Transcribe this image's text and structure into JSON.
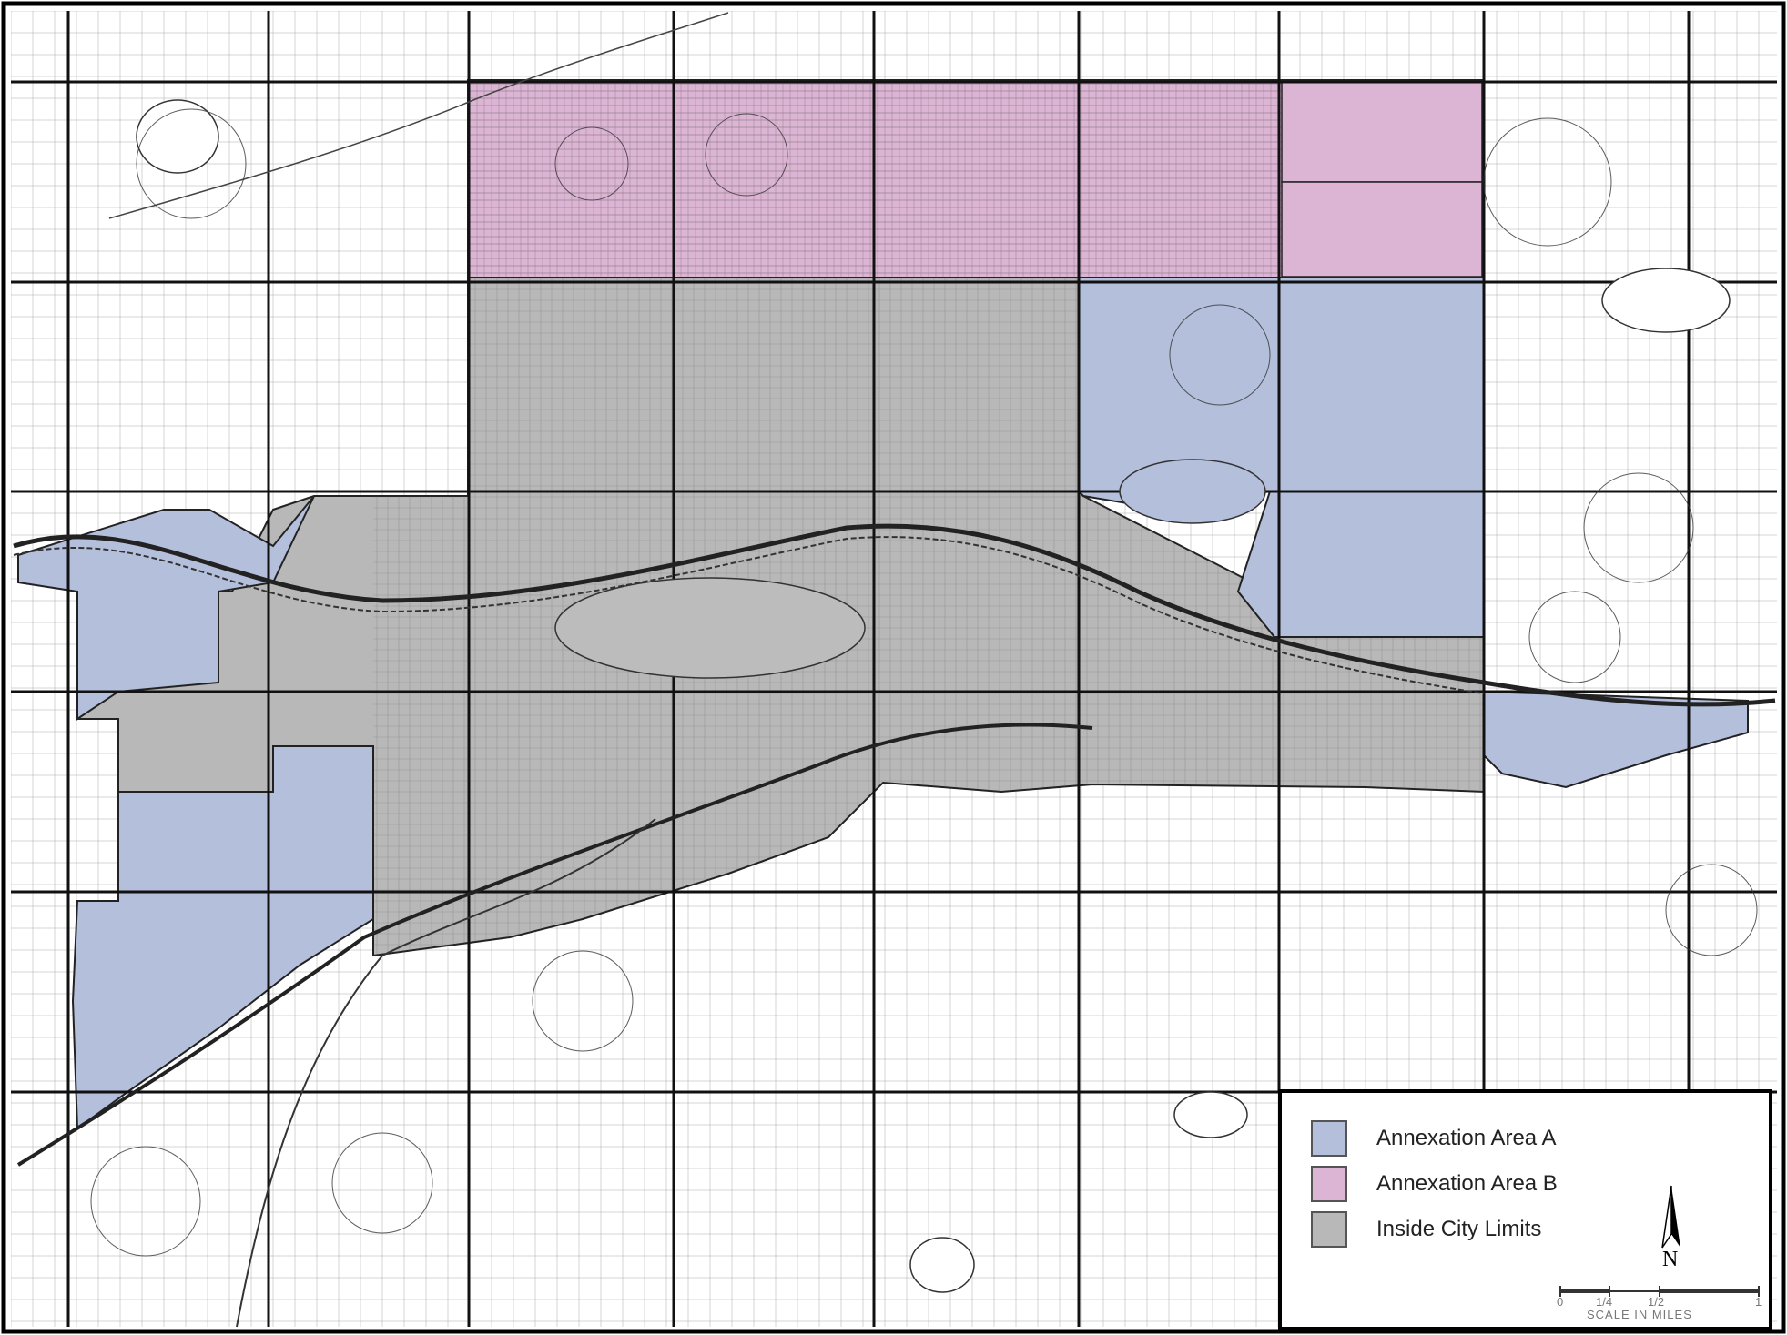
{
  "legend": {
    "items": [
      {
        "label": "Annexation Area A",
        "color": "#b4bfdc"
      },
      {
        "label": "Annexation Area B",
        "color": "#dcb4d4"
      },
      {
        "label": "Inside City Limits",
        "color": "#b8b8b8"
      }
    ]
  },
  "north_arrow": {
    "label": "N",
    "icon": "north-arrow-icon"
  },
  "scale": {
    "ticks": [
      "0",
      "1/4",
      "1/2",
      "1"
    ],
    "title": "SCALE IN MILES"
  },
  "colors": {
    "area_a": "#b4bfdc",
    "area_b": "#dcb4d4",
    "city": "#b8b8b8",
    "line": "#222222",
    "background": "#ffffff"
  }
}
